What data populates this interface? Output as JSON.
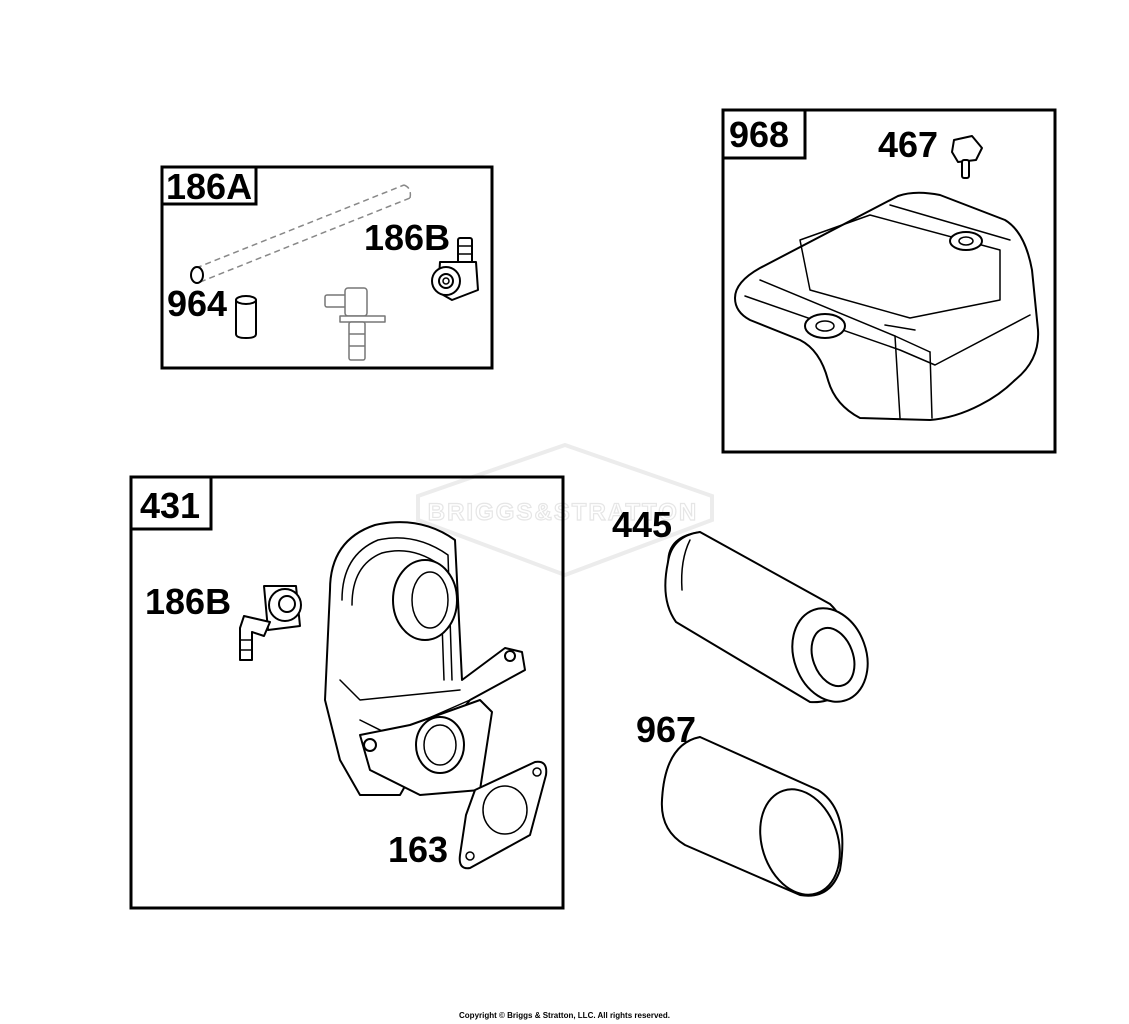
{
  "watermark": {
    "brand": "BRIGGS&STRATTON"
  },
  "groups": [
    {
      "id": "186A",
      "label": "186A"
    },
    {
      "id": "968",
      "label": "968"
    },
    {
      "id": "431",
      "label": "431"
    }
  ],
  "callouts": {
    "p964": "964",
    "p186B_top": "186B",
    "p467": "467",
    "p186B_mid": "186B",
    "p445": "445",
    "p967": "967",
    "p163": "163"
  },
  "footer": {
    "copyright": "Copyright © Briggs & Stratton, LLC. All rights reserved."
  }
}
